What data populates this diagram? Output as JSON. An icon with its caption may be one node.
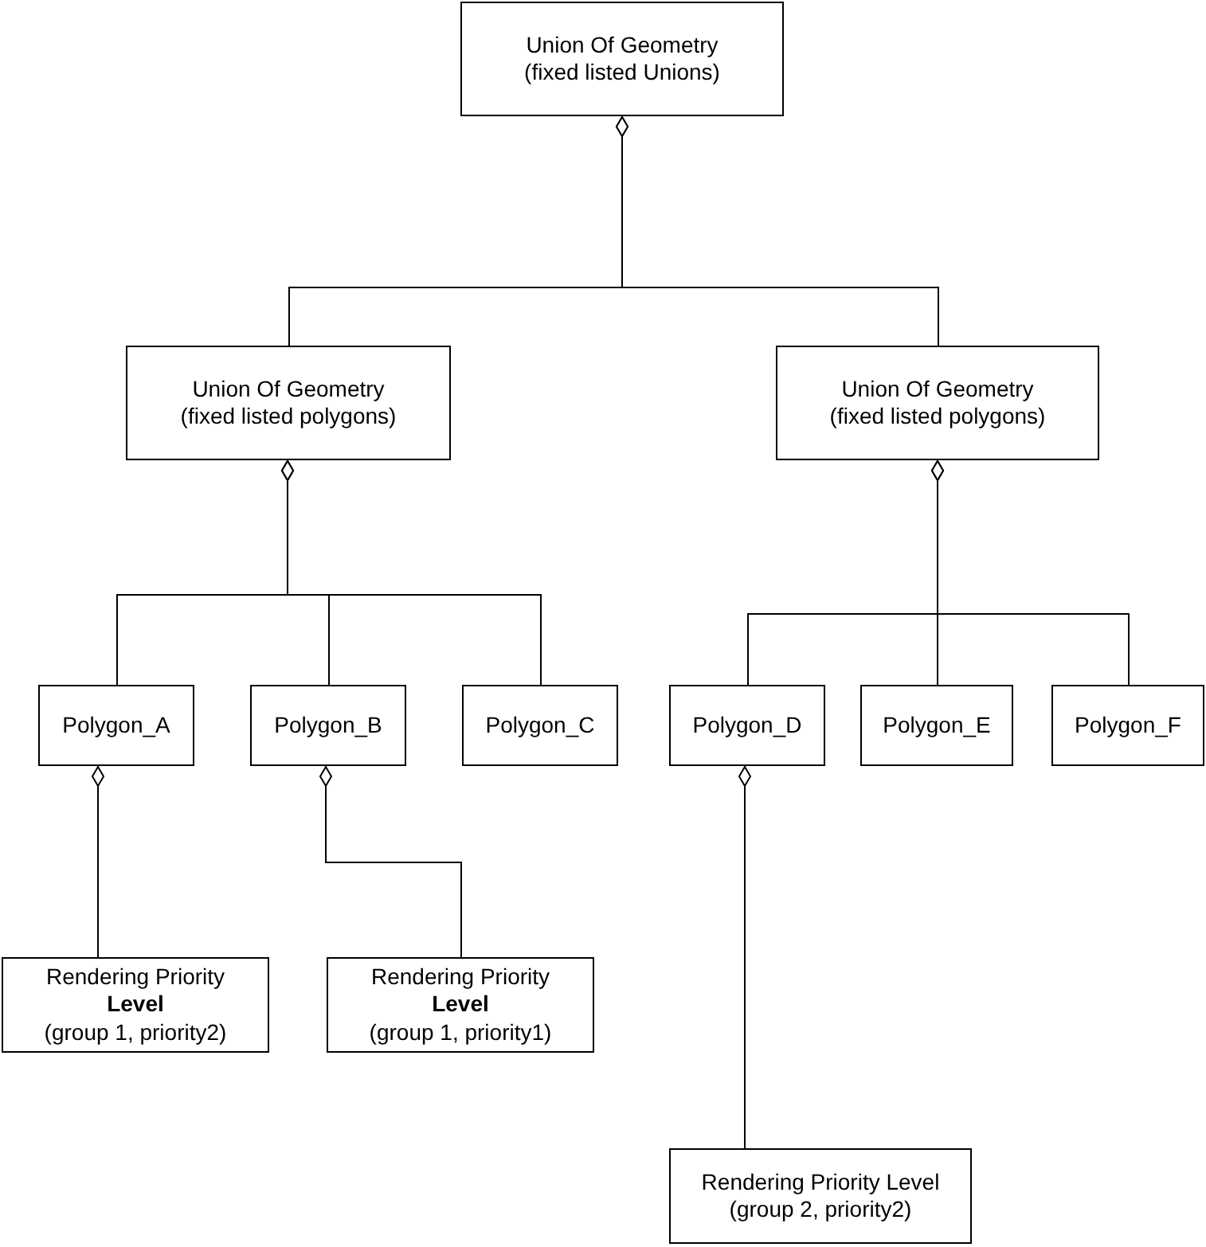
{
  "diagram": {
    "nodes": [
      {
        "text": [
          "Union Of Geometry",
          "(fixed listed Unions)"
        ]
      },
      {
        "text": [
          "Union Of Geometry",
          "(fixed listed polygons)"
        ]
      },
      {
        "text": [
          "Union Of Geometry",
          "(fixed listed polygons)"
        ]
      },
      {
        "text": [
          "Polygon_A"
        ]
      },
      {
        "text": [
          "Polygon_B"
        ]
      },
      {
        "text": [
          "Polygon_C"
        ]
      },
      {
        "text": [
          "Polygon_D"
        ]
      },
      {
        "text": [
          "Polygon_E"
        ]
      },
      {
        "text": [
          "Polygon_F"
        ]
      },
      {
        "text": [
          "Rendering Priority **Level**",
          "(group 1, priority2)"
        ]
      },
      {
        "text": [
          "Rendering Priority **Level**",
          "(group 1, priority1)"
        ]
      },
      {
        "text": [
          "Rendering Priority Level",
          "(group 2, priority2)"
        ]
      }
    ],
    "edges": [
      {
        "from": 0,
        "to": 1,
        "arrow": "other"
      },
      {
        "from": 0,
        "to": 2,
        "arrow": "other"
      },
      {
        "from": 1,
        "to": 3,
        "arrow": "other"
      },
      {
        "from": 1,
        "to": 4,
        "arrow": "other"
      },
      {
        "from": 1,
        "to": 5,
        "arrow": "other"
      },
      {
        "from": 2,
        "to": 6,
        "arrow": "other"
      },
      {
        "from": 2,
        "to": 7,
        "arrow": "other"
      },
      {
        "from": 2,
        "to": 8,
        "arrow": "other"
      },
      {
        "from": 3,
        "to": 9,
        "arrow": "other"
      },
      {
        "from": 4,
        "to": 10,
        "arrow": "other"
      },
      {
        "from": 6,
        "to": 11,
        "arrow": "other"
      }
    ]
  }
}
